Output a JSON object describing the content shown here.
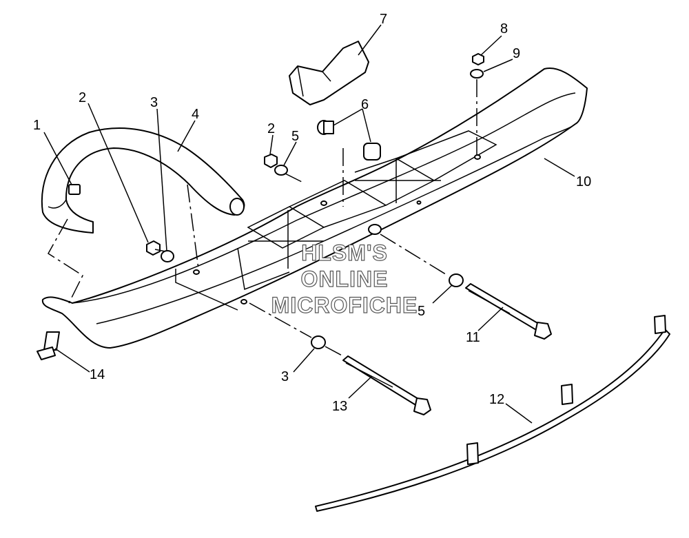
{
  "callouts": {
    "c1": "1",
    "c2a": "2",
    "c2b": "2",
    "c3a": "3",
    "c3b": "3",
    "c4": "4",
    "c5a": "5",
    "c5b": "5",
    "c6": "6",
    "c7": "7",
    "c8": "8",
    "c9": "9",
    "c10": "10",
    "c11": "11",
    "c12": "12",
    "c13": "13",
    "c14": "14"
  },
  "watermark": {
    "line1": "HLSM'S",
    "line2": "ONLINE",
    "line3": "MICROFICHE"
  }
}
